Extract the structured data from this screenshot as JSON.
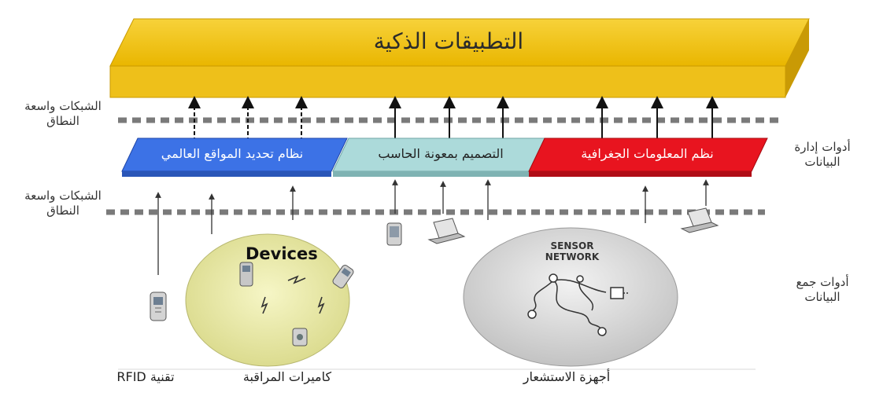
{
  "top_bar": {
    "title": "التطبيقات الذكية",
    "color": "#f2c21b"
  },
  "left_labels": {
    "upper": [
      "الشبكات واسعة",
      "النطاق"
    ],
    "lower": [
      "الشبكات واسعة",
      "النطاق"
    ]
  },
  "right_labels": {
    "management": [
      "أدوات إدارة",
      "البيانات"
    ],
    "collection": [
      "أدوات جمع",
      "البيانات"
    ]
  },
  "layers": [
    {
      "label": "نظام تحديد المواقع العالمي",
      "color": "#3a6fe0"
    },
    {
      "label": "التصميم بمعونة الحاسب",
      "color": "#a9d8d8"
    },
    {
      "label": "نظم المعلومات الجغرافية",
      "color": "#e4141e"
    }
  ],
  "devices_cloud": {
    "title": "Devices",
    "color": "#ecec9c"
  },
  "sensor_cloud": {
    "title_line1": "SENSOR",
    "title_line2": "NETWORK",
    "color": "#d6d6d6"
  },
  "bottom_labels": {
    "rfid": "تقنية RFID",
    "cameras": "كاميرات المراقبة",
    "sensors": "أجهزة الاستشعار"
  }
}
